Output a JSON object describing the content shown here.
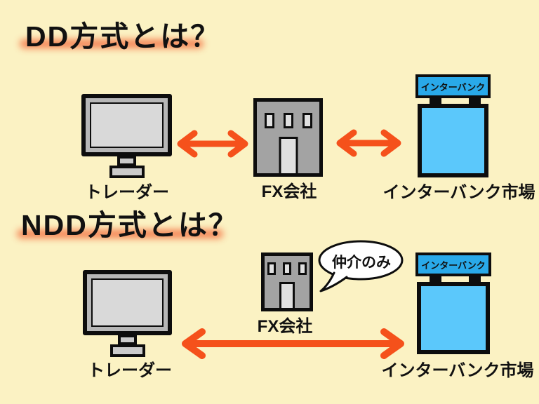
{
  "colors": {
    "background": "#FBF2C3",
    "outline": "#0D0D0D",
    "text": "#111111",
    "arrow": "#F5511B",
    "title_highlight": "#F46B3C",
    "sign_blue": "#29A9E9",
    "interbank_blue": "#5BC8FB",
    "building_gray": "#A3A3A3",
    "building_window_gray": "#E0E0E0",
    "monitor_bezel_gray": "#B7B7B7",
    "monitor_screen_gray": "#D9D9D9",
    "stand_gray": "#CBCBCB",
    "bubble_fill": "#FFFFFF"
  },
  "dd": {
    "title": "DD方式とは？",
    "trader_label": "トレーダー",
    "fx_label": "FX会社",
    "interbank_sign": "インターバンク",
    "interbank_label": "インターバンク市場"
  },
  "ndd": {
    "title": "NDD方式とは？",
    "trader_label": "トレーダー",
    "fx_label": "FX会社",
    "bubble_label": "仲介のみ",
    "interbank_sign": "インターバンク",
    "interbank_label": "インターバンク市場"
  }
}
